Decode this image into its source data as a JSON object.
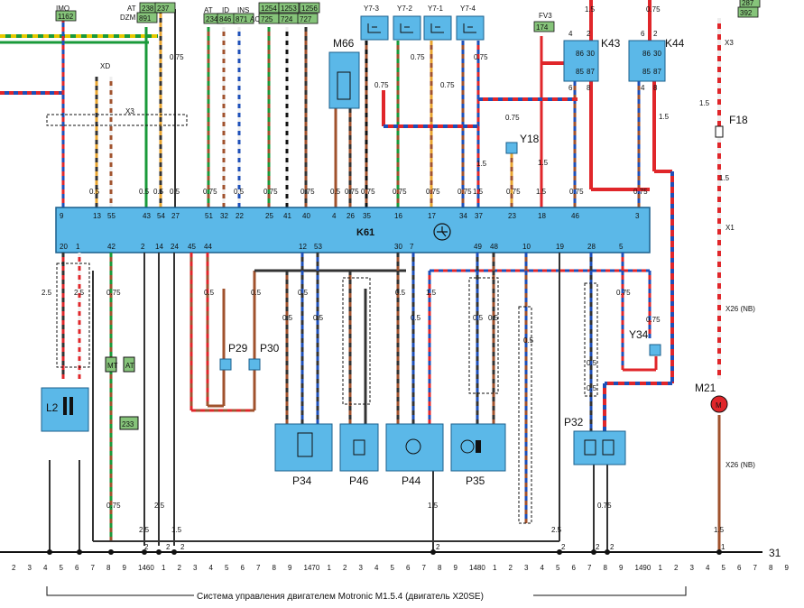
{
  "caption": "Система управления двигателем Motronic M1.5.4 (двигатель X20SE)",
  "ecu": {
    "name": "K61",
    "top_pins": [
      "9",
      "13",
      "55",
      "43",
      "54",
      "27",
      "51",
      "32",
      "22",
      "25",
      "41",
      "40",
      "4",
      "26",
      "35",
      "16",
      "17",
      "34",
      "37",
      "23",
      "18",
      "46",
      "3"
    ],
    "bottom_pins": [
      "20",
      "1",
      "42",
      "2",
      "14",
      "24",
      "45",
      "44",
      "12",
      "53",
      "30",
      "7",
      "49",
      "48",
      "10",
      "19",
      "28",
      "5"
    ]
  },
  "ref_boxes": [
    "IMO",
    "1162",
    "AT",
    "238",
    "237",
    "DZM",
    "891",
    "AT",
    "234",
    "ID",
    "846",
    "INS",
    "871",
    "1254",
    "1253",
    "1256",
    "AC",
    "725",
    "724",
    "727",
    "FV3",
    "174",
    "287",
    "392"
  ],
  "components": {
    "relay_k43": "K43",
    "relay_k44": "K44",
    "valve_y7_3": "Y7-3",
    "valve_y7_2": "Y7-2",
    "valve_y7_1": "Y7-1",
    "valve_y7_4": "Y7-4",
    "m66": "M66",
    "y18": "Y18",
    "y34": "Y34",
    "f18": "F18",
    "x1": "X1",
    "x26_top": "X26 (NB)",
    "x26_bottom": "X26 (NB)",
    "m21": "M21",
    "xd": "XD",
    "x3_left": "X3",
    "x3_right": "X3",
    "l2": "L2",
    "p29": "P29",
    "p30": "P30",
    "p34": "P34",
    "p46": "P46",
    "p44": "P44",
    "p35": "P35",
    "p32": "P32",
    "mt_badge": "MT",
    "at_badge": "AT",
    "ref_233": "233"
  },
  "relay_pins": {
    "k43": [
      "86",
      "30",
      "85",
      "87"
    ],
    "k44": [
      "86",
      "30",
      "85",
      "87"
    ],
    "k43_top": [
      "4",
      "2"
    ],
    "k43_bottom": [
      "6",
      "8"
    ],
    "k44_top": [
      "6",
      "2"
    ],
    "k44_bottom": [
      "4",
      "8"
    ]
  },
  "wire_sizes_top": [
    "0.5",
    "0.5",
    "0.5",
    "0.5",
    "0.75",
    "0.5",
    "0.75",
    "0.75",
    "0.5",
    "0.75",
    "0.75",
    "0.75",
    "0.75",
    "0.75",
    "1.5",
    "0.75",
    "1.5",
    "0.75",
    "0.75"
  ],
  "wire_sizes_upper": [
    "0.75",
    "0.75",
    "0.75",
    "0.75",
    "0.75",
    "0.75",
    "1.5",
    "1.5",
    "1.5",
    "0.75",
    "1.5",
    "1.5",
    "1.5"
  ],
  "wire_sizes_lower": [
    "2.5",
    "2.5",
    "0.75",
    "0.5",
    "0.5",
    "0.5",
    "0.5",
    "0.5",
    "0.5",
    "0.5",
    "1.5",
    "0.5",
    "0.5",
    "0.5",
    "0.75",
    "0.75",
    "0.5",
    "0.5"
  ],
  "ground_sizes": [
    "2.5",
    "2.5",
    "1.5",
    "0.75",
    "1.5",
    "2.5",
    "0.75",
    "1.5"
  ],
  "bus": {
    "number": "31",
    "labels": [
      "2",
      "3",
      "4",
      "5",
      "6",
      "7",
      "8",
      "9",
      "1460",
      "1",
      "2",
      "3",
      "4",
      "5",
      "6",
      "7",
      "8",
      "9",
      "1470",
      "1",
      "2",
      "3",
      "4",
      "5",
      "6",
      "7",
      "8",
      "9",
      "1480",
      "1",
      "2",
      "3",
      "4",
      "5",
      "6",
      "7",
      "8",
      "9",
      "1490",
      "1",
      "2",
      "3",
      "4",
      "5",
      "6",
      "7",
      "8",
      "9"
    ]
  },
  "ground_pins": [
    "2",
    "2",
    "2",
    "2",
    "2",
    "2",
    "2",
    "1"
  ]
}
